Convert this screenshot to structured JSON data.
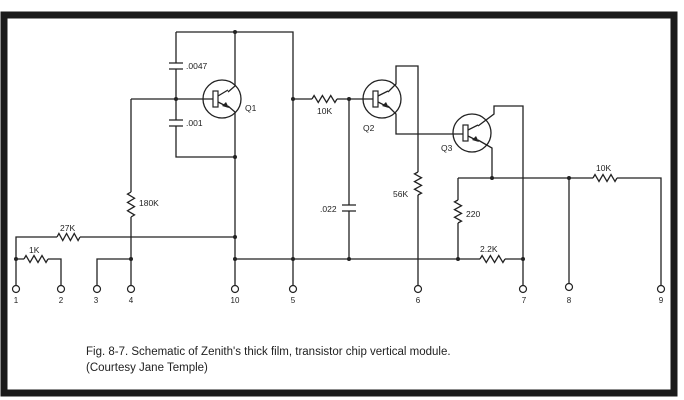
{
  "figure": {
    "caption_line1": "Fig. 8-7. Schematic of Zenith's thick film, transistor chip vertical module.",
    "caption_line2": "(Courtesy Jane Temple)"
  },
  "components": {
    "c1": ".0047",
    "c2": ".001",
    "c3": ".022",
    "q1": "Q1",
    "q2": "Q2",
    "q3": "Q3",
    "r_10k_a": "10K",
    "r_180k": "180K",
    "r_27k": "27K",
    "r_1k": "1K",
    "r_56k": "56K",
    "r_220": "220",
    "r_2_2k": "2.2K",
    "r_10k_b": "10K"
  },
  "terminals": [
    "1",
    "2",
    "3",
    "4",
    "10",
    "5",
    "6",
    "7",
    "8",
    "9"
  ]
}
